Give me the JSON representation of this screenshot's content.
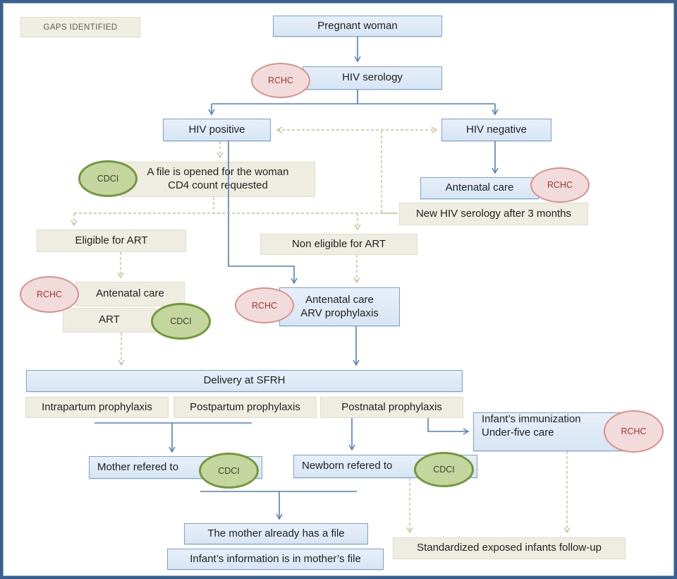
{
  "legend": {
    "gaps_identified": "GAPS IDENTIFIED"
  },
  "tags": {
    "rchc": "RCHC",
    "cdci": "CDCI"
  },
  "nodes": {
    "pregnant_woman": {
      "label": "Pregnant woman"
    },
    "hiv_serology": {
      "label": "HIV serology"
    },
    "hiv_positive": {
      "label": "HIV positive"
    },
    "hiv_negative": {
      "label": "HIV negative"
    },
    "file_opened": {
      "line1": "A file is opened for the woman",
      "line2": "CD4 count requested"
    },
    "antenatal_care_negative": {
      "label": "Antenatal care"
    },
    "new_serology": {
      "label": "New HIV serology after 3 months"
    },
    "eligible_art": {
      "label": "Eligible for ART"
    },
    "non_eligible_art": {
      "label": "Non eligible for ART"
    },
    "antenatal_care_art": {
      "label": "Antenatal care"
    },
    "art": {
      "label": "ART"
    },
    "antenatal_arv": {
      "line1": "Antenatal care",
      "line2": "ARV prophylaxis"
    },
    "delivery": {
      "label": "Delivery at SFRH"
    },
    "intrapartum": {
      "label": "Intrapartum prophylaxis"
    },
    "postpartum": {
      "label": "Postpartum prophylaxis"
    },
    "postnatal": {
      "label": "Postnatal prophylaxis"
    },
    "infant_immunization": {
      "line1": "Infant’s immunization",
      "line2": "Under-five care"
    },
    "mother_refered": {
      "label": "Mother refered to"
    },
    "newborn_refered": {
      "label": "Newborn refered to"
    },
    "mother_has_file": {
      "label": "The mother already has a file"
    },
    "infant_info": {
      "label": "Infant’s information is in mother’s file"
    },
    "standardized_followup": {
      "label": "Standardized exposed infants follow-up"
    }
  },
  "colors": {
    "frame": "#3A6090",
    "blue_box_fill": "#DCE8F5",
    "blue_box_border": "#7BA1CE",
    "beige_box_fill": "#EFEDE2",
    "pink_oval_fill": "#F2DCDB",
    "pink_oval_border": "#D8918E",
    "pink_oval_text": "#9A3734",
    "green_oval_fill": "#C4D69D",
    "green_oval_border": "#72983D",
    "arrow_blue": "#4F81BD",
    "arrow_dashed_tan": "#C6BE94"
  }
}
